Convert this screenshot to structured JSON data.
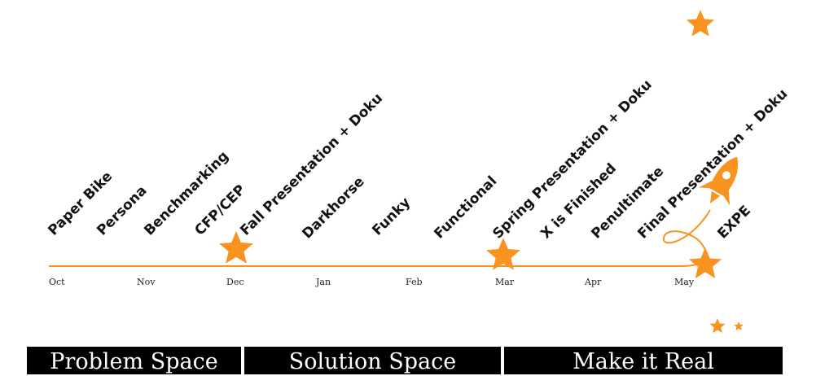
{
  "colors": {
    "accent": "#F7931E",
    "text": "#111111",
    "phase_bg": "#000000",
    "phase_text": "#FFFFFF"
  },
  "months": [
    "Oct",
    "Nov",
    "Dec",
    "Jan",
    "Feb",
    "Mar",
    "Apr",
    "May"
  ],
  "milestones": [
    "Paper Bike",
    "Persona",
    "Benchmarking",
    "CFP/CEP",
    "Fall Presentation + Doku",
    "Darkhorse",
    "Funky",
    "Functional",
    "Spring Presentation + Doku",
    "X is Finished",
    "Penultimate",
    "Final Presentation + Doku",
    "EXPE"
  ],
  "phases": [
    "Problem Space",
    "Solution Space",
    "Make it Real"
  ],
  "icons": {
    "milestone_star": "star-icon",
    "launch": "rocket-icon",
    "decorative": "star-icon"
  }
}
